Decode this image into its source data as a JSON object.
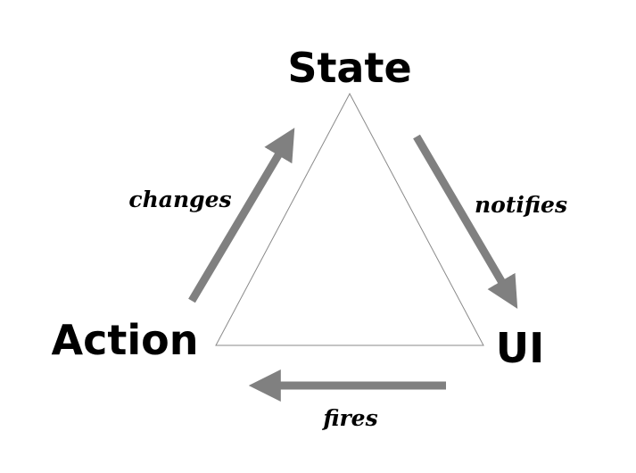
{
  "nodes": {
    "state": "State",
    "action": "Action",
    "ui": "UI"
  },
  "edges": {
    "changes": "changes",
    "notifies": "notifies",
    "fires": "fires"
  },
  "colors": {
    "arrow": "#808080",
    "triangle_stroke": "#8a8a8a",
    "text": "#000000",
    "background": "#ffffff"
  }
}
